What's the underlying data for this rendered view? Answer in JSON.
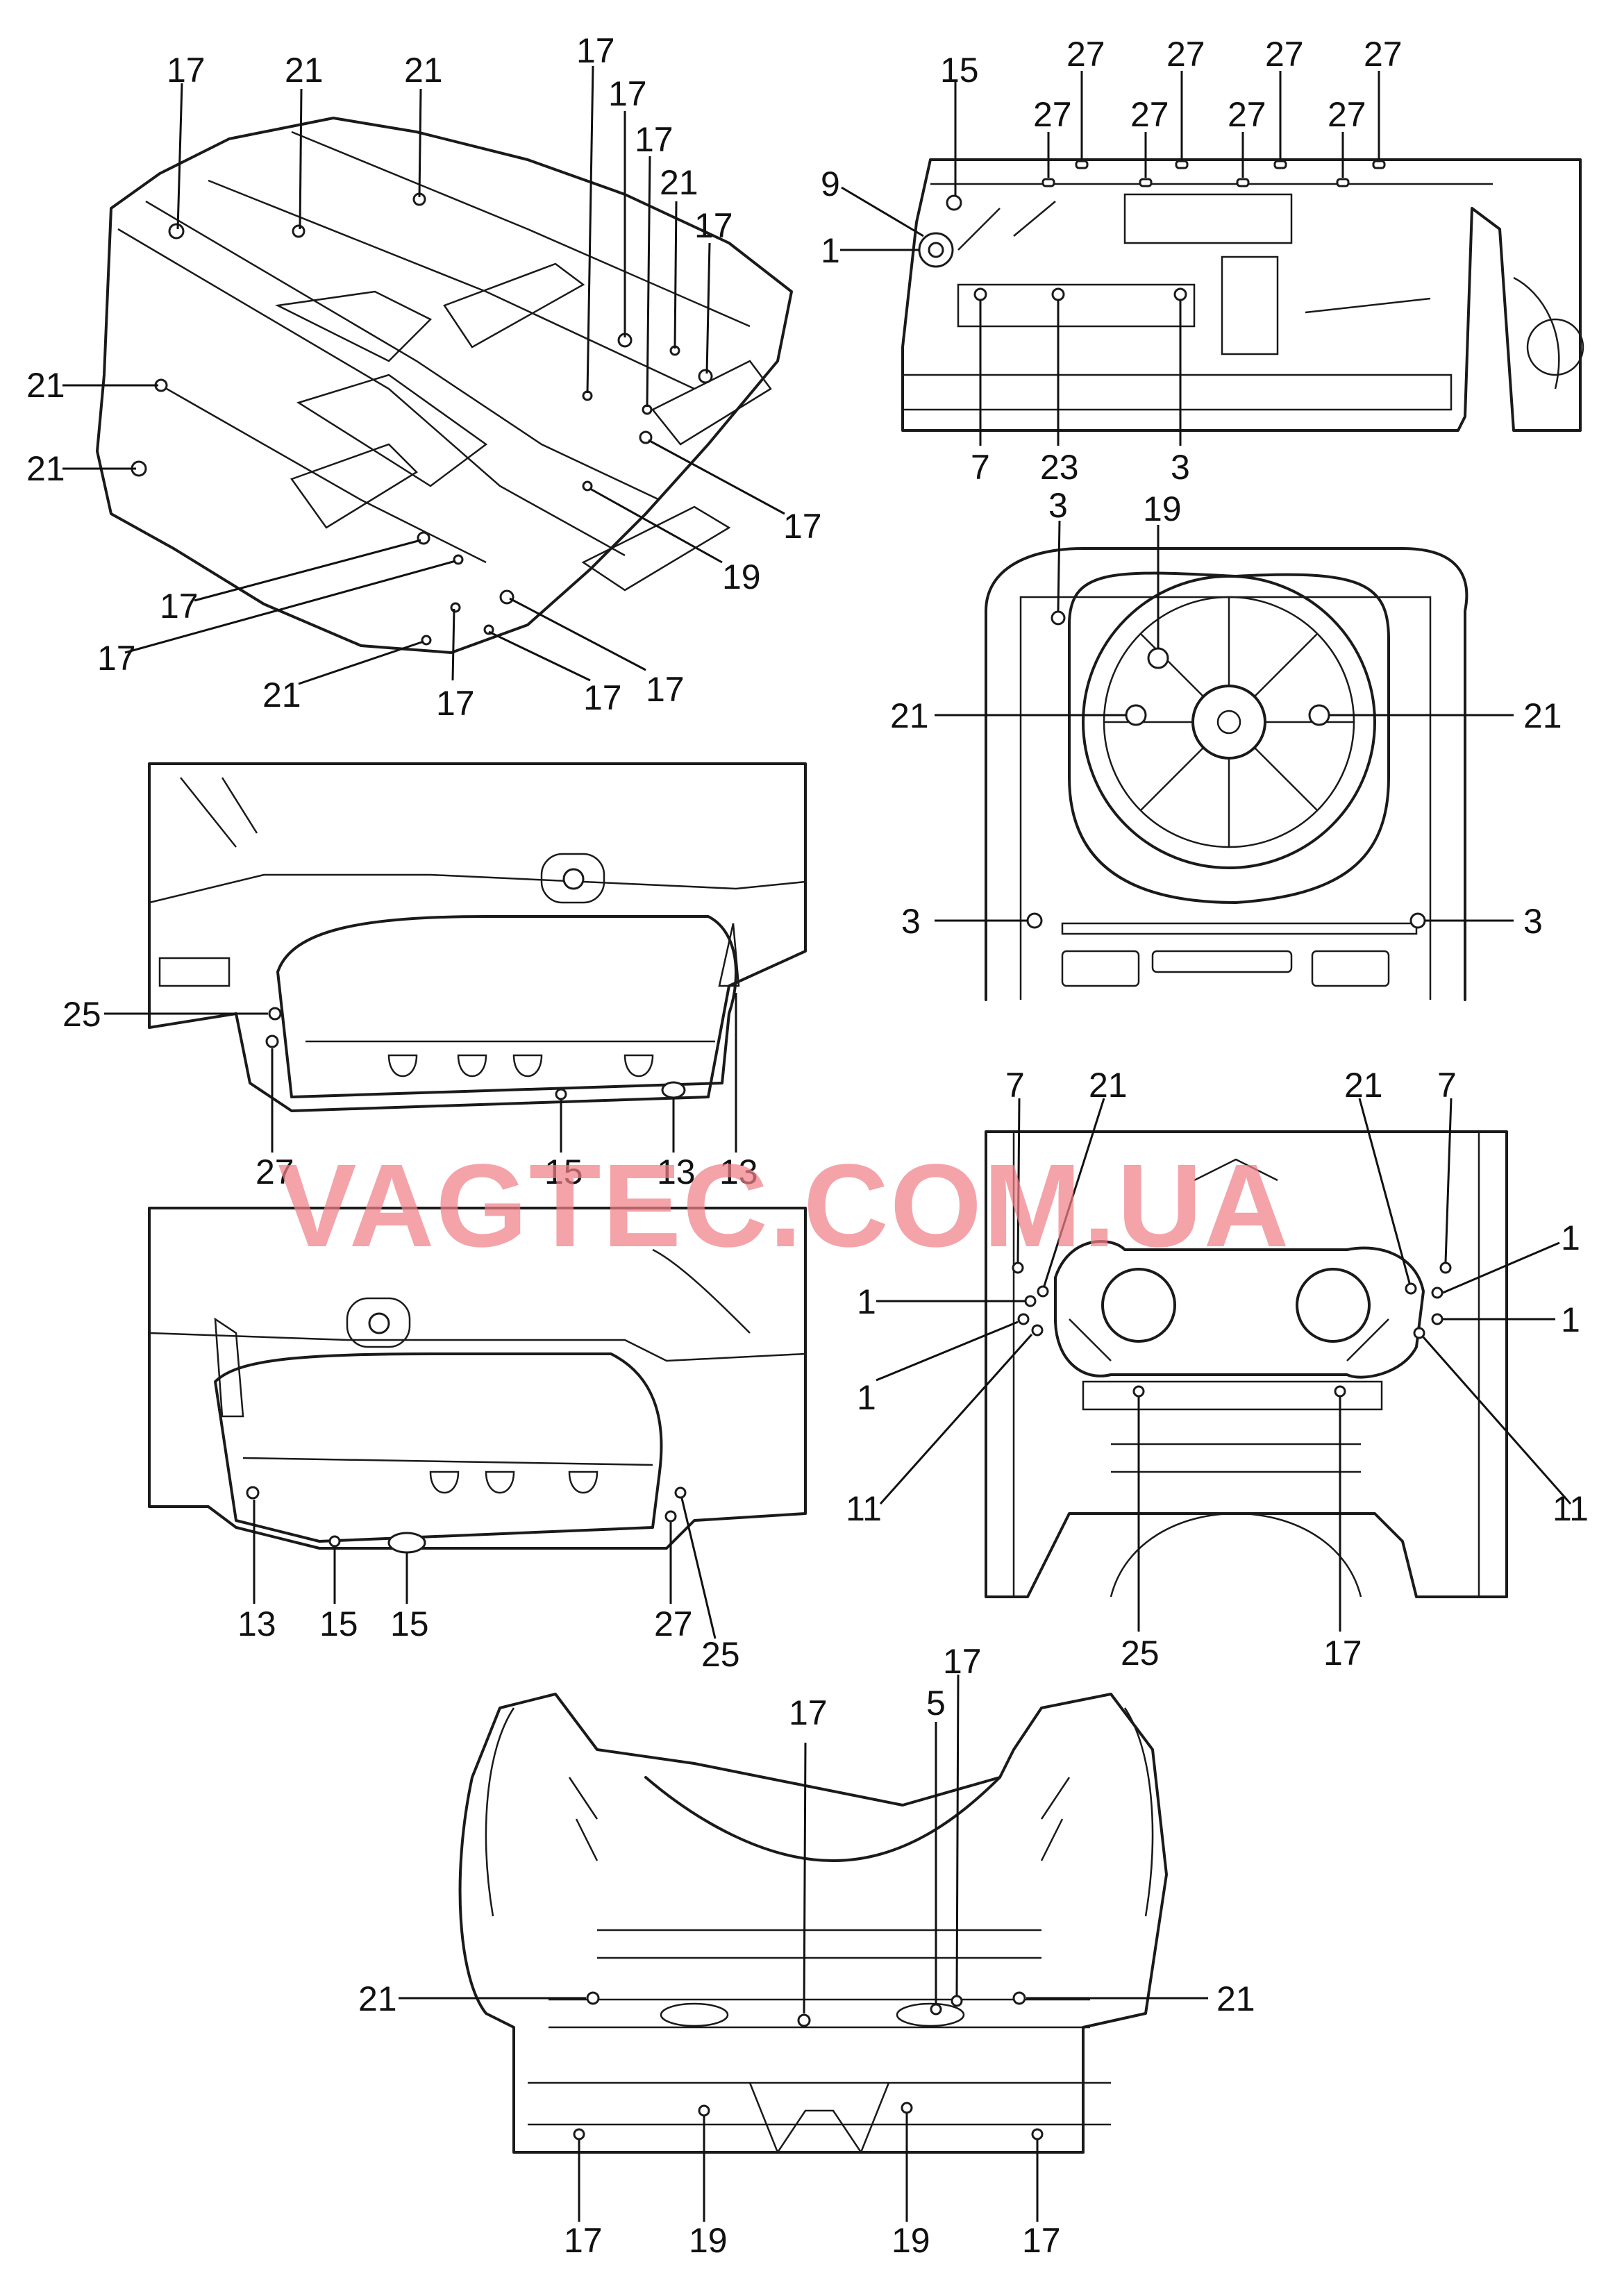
{
  "watermark": "VAGTEC.COM.UA",
  "views": [
    {
      "id": "floor-left-top",
      "callouts": [
        "17",
        "21",
        "21",
        "17",
        "17",
        "17",
        "21",
        "17",
        "21",
        "21",
        "17",
        "19",
        "17",
        "17",
        "21",
        "17",
        "17",
        "17"
      ]
    },
    {
      "id": "rear-panel-top-right",
      "callouts": [
        "15",
        "27",
        "27",
        "27",
        "27",
        "27",
        "27",
        "27",
        "27",
        "9",
        "1",
        "7",
        "23",
        "3"
      ]
    },
    {
      "id": "spare-wheel-well",
      "callouts": [
        "3",
        "19",
        "21",
        "21",
        "3",
        "3"
      ]
    },
    {
      "id": "side-member-middle-left",
      "callouts": [
        "25",
        "27",
        "15",
        "13",
        "13"
      ]
    },
    {
      "id": "side-member-lower-left",
      "callouts": [
        "13",
        "15",
        "15",
        "27",
        "25"
      ]
    },
    {
      "id": "rear-floor-middle-right",
      "callouts": [
        "7",
        "21",
        "21",
        "7",
        "1",
        "1",
        "1",
        "1",
        "11",
        "11",
        "25",
        "17"
      ]
    },
    {
      "id": "underbody-bottom",
      "callouts": [
        "17",
        "5",
        "17",
        "21",
        "21",
        "17",
        "19",
        "19",
        "17"
      ]
    }
  ]
}
